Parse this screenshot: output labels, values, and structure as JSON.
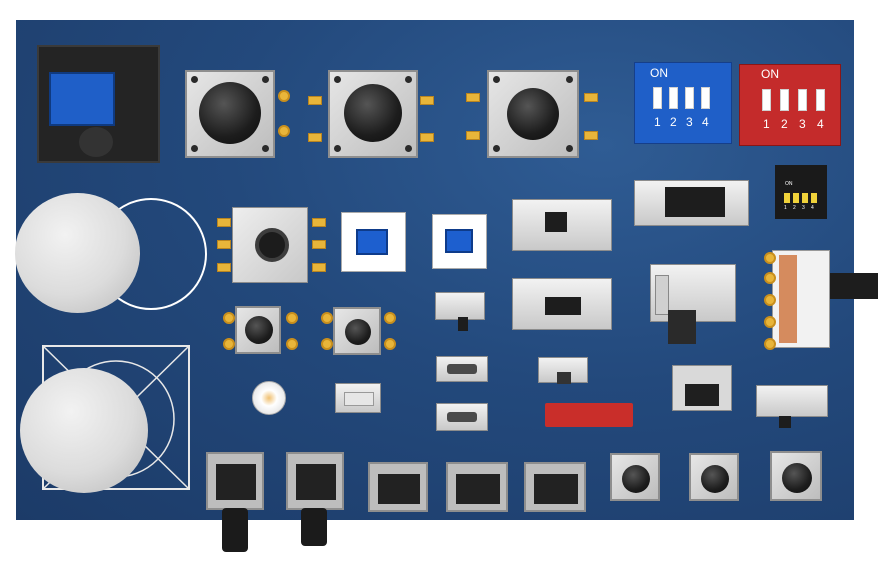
{
  "board": {
    "color": "#23497c",
    "pad_color": "#e8b53a"
  },
  "dip_blue": {
    "on_label": "ON",
    "numbers": [
      "1",
      "2",
      "3",
      "4"
    ],
    "color": "#1f5fc8"
  },
  "dip_red": {
    "on_label": "ON",
    "numbers": [
      "1",
      "2",
      "3",
      "4"
    ],
    "color": "#c42b2b"
  },
  "dip_small": {
    "on_label": "ON",
    "numbers": [
      "1",
      "2",
      "3",
      "4"
    ],
    "color": "#1a1a1a"
  }
}
